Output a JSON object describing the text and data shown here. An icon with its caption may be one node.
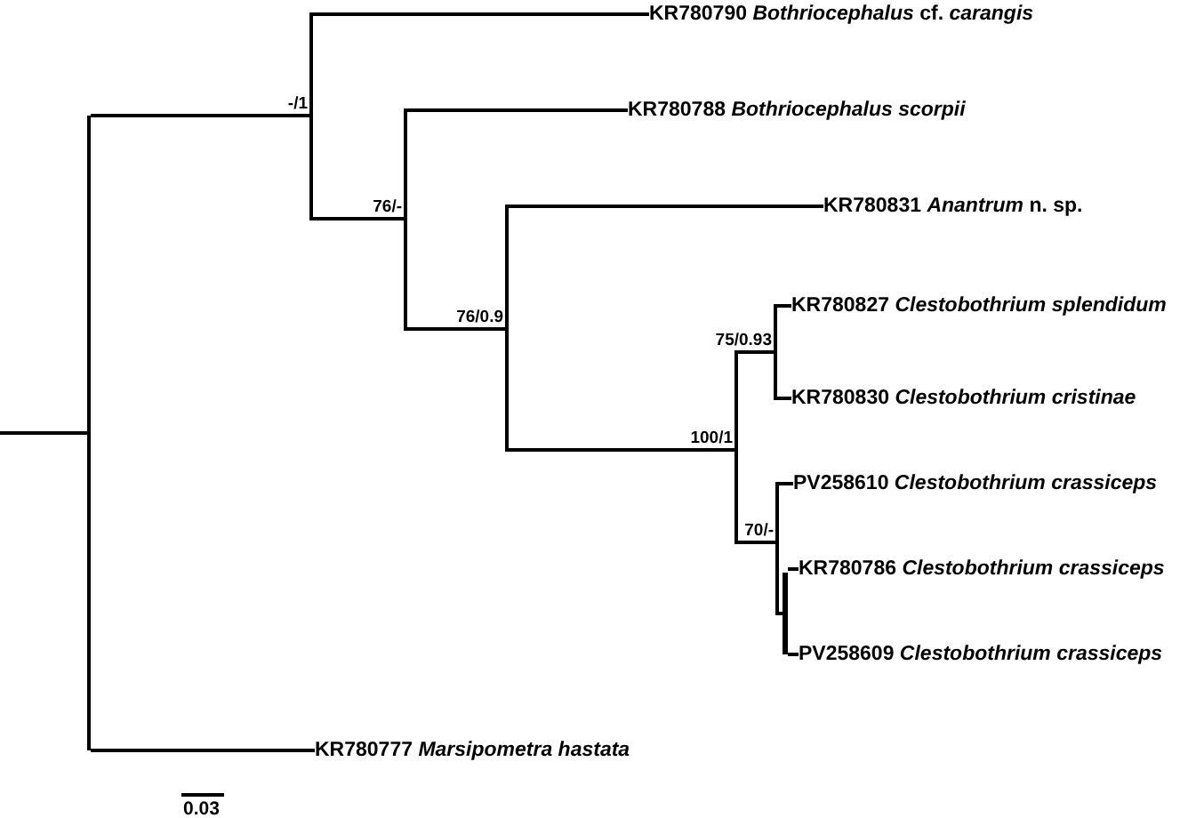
{
  "diagram": {
    "nodes": [
      {
        "text": [],
        "shape": "bar"
      },
      {
        "text": [
          "-/1"
        ]
      },
      {
        "text": [
          "KR780790 *Bothriocephalus* cf. *carangis*"
        ]
      },
      {
        "text": [
          "76/-"
        ]
      },
      {
        "text": [
          "KR780788 *Bothriocephalus scorpii*"
        ]
      },
      {
        "text": [
          "76/0.9"
        ]
      },
      {
        "text": [
          "KR780831 *Anantrum* n. sp."
        ]
      },
      {
        "text": [
          "100/1"
        ]
      },
      {
        "text": [
          "75/0.93"
        ]
      },
      {
        "text": [
          "KR780827 *Clestobothrium splendidum*"
        ]
      },
      {
        "text": [
          "KR780830 *Clestobothrium cristinae*"
        ]
      },
      {
        "text": [
          "70/-"
        ]
      },
      {
        "text": [
          "PV258610 *Clestobothrium crassiceps*"
        ]
      },
      {
        "text": [],
        "shape": "bar"
      },
      {
        "text": [
          "KR780786 *Clestobothrium crassiceps*"
        ]
      },
      {
        "text": [
          "PV258609 *Clestobothrium crassiceps*"
        ]
      },
      {
        "text": [
          "KR780777 *Marsipometra hastata*"
        ]
      }
    ],
    "edges": [
      {
        "from": null,
        "to": 0,
        "arrow": "none"
      },
      {
        "from": 0,
        "to": 1,
        "arrow": "none"
      },
      {
        "from": 0,
        "to": 16,
        "arrow": "none"
      },
      {
        "from": 1,
        "to": 2,
        "arrow": "none"
      },
      {
        "from": 1,
        "to": 3,
        "arrow": "none"
      },
      {
        "from": 3,
        "to": 4,
        "arrow": "none"
      },
      {
        "from": 3,
        "to": 5,
        "arrow": "none"
      },
      {
        "from": 5,
        "to": 6,
        "arrow": "none"
      },
      {
        "from": 5,
        "to": 7,
        "arrow": "none"
      },
      {
        "from": 7,
        "to": 8,
        "arrow": "none"
      },
      {
        "from": 7,
        "to": 11,
        "arrow": "none"
      },
      {
        "from": 8,
        "to": 9,
        "arrow": "none"
      },
      {
        "from": 8,
        "to": 10,
        "arrow": "none"
      },
      {
        "from": 11,
        "to": 12,
        "arrow": "none"
      },
      {
        "from": 11,
        "to": 13,
        "arrow": "none"
      },
      {
        "from": 13,
        "to": 14,
        "arrow": "none"
      },
      {
        "from": 13,
        "to": 15,
        "arrow": "none"
      }
    ],
    "labels": [
      "0.03"
    ]
  }
}
